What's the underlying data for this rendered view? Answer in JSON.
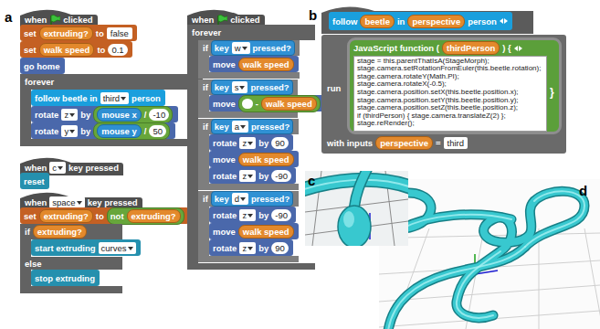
{
  "diagram": {
    "nodes": [
      {
        "text": [
          "when",
          "clicked"
        ]
      },
      {
        "text": [
          "set",
          "extruding?",
          "to",
          "false"
        ]
      },
      {
        "text": [
          "set",
          "walk speed",
          "to",
          "0.1"
        ]
      },
      {
        "text": [
          "go home"
        ]
      },
      {
        "text": [
          "forever"
        ]
      },
      {
        "text": [
          "follow beetle in",
          "third",
          "person"
        ],
        "in": 4
      },
      {
        "text": [
          "rotate",
          "z",
          "by",
          "mouse x",
          "/",
          "-10"
        ],
        "in": 4
      },
      {
        "text": [
          "rotate",
          "y",
          "by",
          "mouse y",
          "/",
          "50"
        ],
        "in": 4
      },
      {
        "text": [
          "when",
          "c",
          "key pressed"
        ]
      },
      {
        "text": [
          "reset"
        ]
      },
      {
        "text": [
          "when",
          "space",
          "key pressed"
        ]
      },
      {
        "text": [
          "set",
          "extruding?",
          "to",
          "not",
          "extruding?"
        ]
      },
      {
        "text": [
          "if",
          "extruding?",
          "else"
        ]
      },
      {
        "text": [
          "start extruding",
          "curves"
        ],
        "in": 12
      },
      {
        "text": [
          "stop extruding"
        ],
        "in": 12
      },
      {
        "text": [
          "when",
          "clicked"
        ]
      },
      {
        "text": [
          "forever"
        ]
      },
      {
        "text": [
          "if",
          "key",
          "w",
          "pressed?"
        ],
        "in": 16
      },
      {
        "text": [
          "move",
          "walk speed"
        ],
        "in": 17
      },
      {
        "text": [
          "if",
          "key",
          "s",
          "pressed?"
        ],
        "in": 16
      },
      {
        "text": [
          "move",
          "-",
          "walk speed"
        ],
        "in": 19
      },
      {
        "text": [
          "if",
          "key",
          "a",
          "pressed?"
        ],
        "in": 16
      },
      {
        "text": [
          "rotate",
          "z",
          "by",
          "90"
        ],
        "in": 21
      },
      {
        "text": [
          "move",
          "walk speed"
        ],
        "in": 21
      },
      {
        "text": [
          "rotate",
          "z",
          "by",
          "-90"
        ],
        "in": 21
      },
      {
        "text": [
          "if",
          "key",
          "d",
          "pressed?"
        ],
        "in": 16
      },
      {
        "text": [
          "rotate",
          "z",
          "by",
          "-90"
        ],
        "in": 25
      },
      {
        "text": [
          "move",
          "walk speed"
        ],
        "in": 25
      },
      {
        "text": [
          "rotate",
          "z",
          "by",
          "90"
        ],
        "in": 25
      },
      {
        "text": [
          "follow",
          "beetle",
          "in",
          "perspective",
          "person"
        ]
      },
      {
        "text": [
          "run",
          "with inputs",
          "perspective",
          "=",
          "third"
        ]
      },
      {
        "text": [
          "JavaScript function (",
          "thirdPerson",
          ") {",
          "stage = this.parentThatIsA(StageMorph);",
          "stage.camera.setRotationFromEuler(this.beetle.rotation);",
          "stage.camera.rotateY(Math.PI);",
          "stage.camera.rotateX(-0.5);",
          "stage.camera.position.setX(this.beetle.position.x);",
          "stage.camera.position.setY(this.beetle.position.y);",
          "stage.camera.position.setZ(this.beetle.position.z);",
          "if (thirdPerson) { stage.camera.translateZ(2) };",
          "stage.reRender();",
          "}"
        ],
        "in": 30
      }
    ],
    "labels": [
      "a",
      "b",
      "c",
      "d"
    ]
  }
}
